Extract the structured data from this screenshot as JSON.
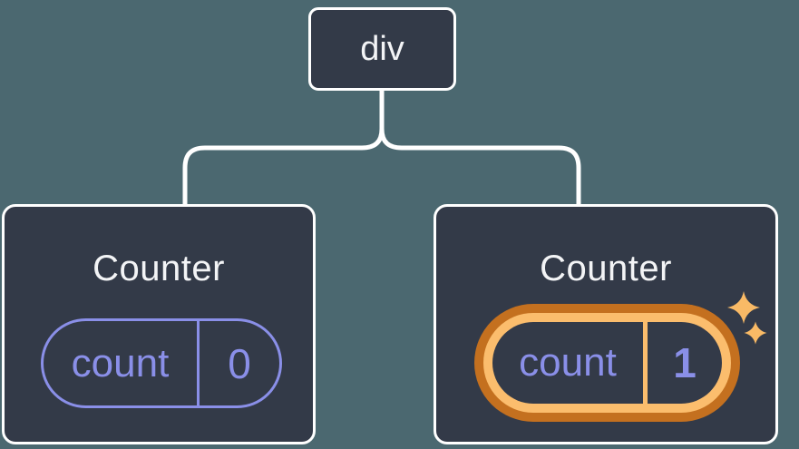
{
  "root_node": {
    "label": "div"
  },
  "counters": [
    {
      "title": "Counter",
      "state_label": "count",
      "state_value": "0",
      "highlighted": false
    },
    {
      "title": "Counter",
      "state_label": "count",
      "state_value": "1",
      "highlighted": true
    }
  ],
  "icons": {
    "sparkles": "sparkles-icon"
  },
  "colors": {
    "background": "#4B6870",
    "card_fill": "#333A48",
    "card_border": "#FFFFFF",
    "connector": "#FFFFFF",
    "state_purple": "#8A8FE8",
    "highlight_orange_dark": "#C4701F",
    "highlight_orange_light": "#FBBD6D",
    "sparkle_orange": "#F9BA66",
    "title_text": "#F3F4F6"
  }
}
